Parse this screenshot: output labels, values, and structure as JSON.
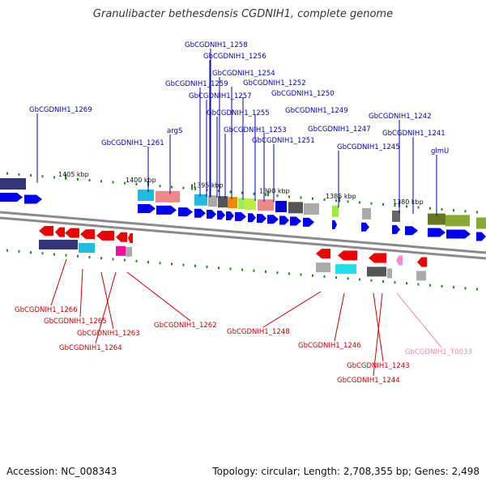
{
  "title": "Granulibacter bethesdensis CGDNIH1, complete genome",
  "footer": {
    "accession": "Accession: NC_008343",
    "summary": "Topology: circular; Length: 2,708,355 bp; Genes: 2,498"
  },
  "ruler": [
    "1405 kbp",
    "1400 kbp",
    "1395 kbp",
    "1390 kbp",
    "1385 kbp",
    "1380 kbp"
  ],
  "genes_top": [
    "GbCGDNIH1_1258",
    "GbCGDNIH1_1256",
    "GbCGDNIH1_1254",
    "GbCGDNIH1_1259",
    "GbCGDNIH1_1252",
    "GbCGDNIH1_1257",
    "GbCGDNIH1_1250",
    "GbCGDNIH1_1269",
    "GbCGDNIH1_1255",
    "GbCGDNIH1_1249",
    "GbCGDNIH1_1242",
    "argS",
    "GbCGDNIH1_1253",
    "GbCGDNIH1_1247",
    "GbCGDNIH1_1241",
    "GbCGDNIH1_1261",
    "GbCGDNIH1_1251",
    "GbCGDNIH1_1245",
    "glmU"
  ],
  "genes_bottom": [
    "GbCGDNIH1_1266",
    "GbCGDNIH1_1265",
    "GbCGDNIH1_1263",
    "GbCGDNIH1_1264",
    "GbCGDNIH1_1262",
    "GbCGDNIH1_1248",
    "GbCGDNIH1_1246",
    "GbCGDNIH1_1243",
    "GbCGDNIH1_1244",
    "GbCGDNIH1_T0033"
  ],
  "colors": {
    "forward": "#0000ee",
    "reverse": "#ee0000",
    "trna": "#ff88cc",
    "top_label": "#0000bb",
    "bottom_label": "#cc0000",
    "trna_label": "#ee88bb",
    "tick": "#228822"
  }
}
